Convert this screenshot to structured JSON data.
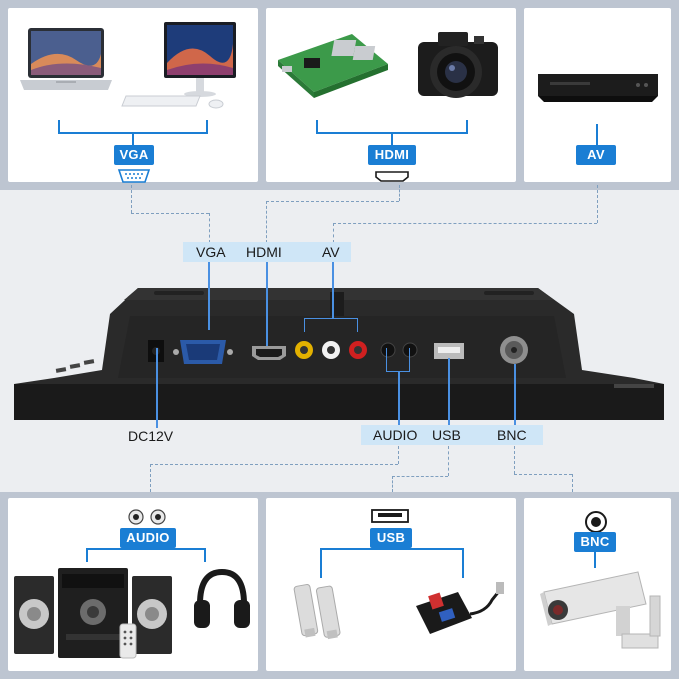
{
  "top_row": {
    "vga_badge": "VGA",
    "hdmi_badge": "HDMI",
    "av_badge": "AV"
  },
  "port_labels": {
    "vga": "VGA",
    "hdmi": "HDMI",
    "av": "AV",
    "dc": "DC12V",
    "audio": "AUDIO",
    "usb": "USB",
    "bnc": "BNC"
  },
  "bottom_row": {
    "audio_badge": "AUDIO",
    "usb_badge": "USB",
    "bnc_badge": "BNC"
  },
  "colors": {
    "accent": "#1a7ed4",
    "band": "#bdc5d1",
    "label_strip": "#cfe6f7"
  }
}
